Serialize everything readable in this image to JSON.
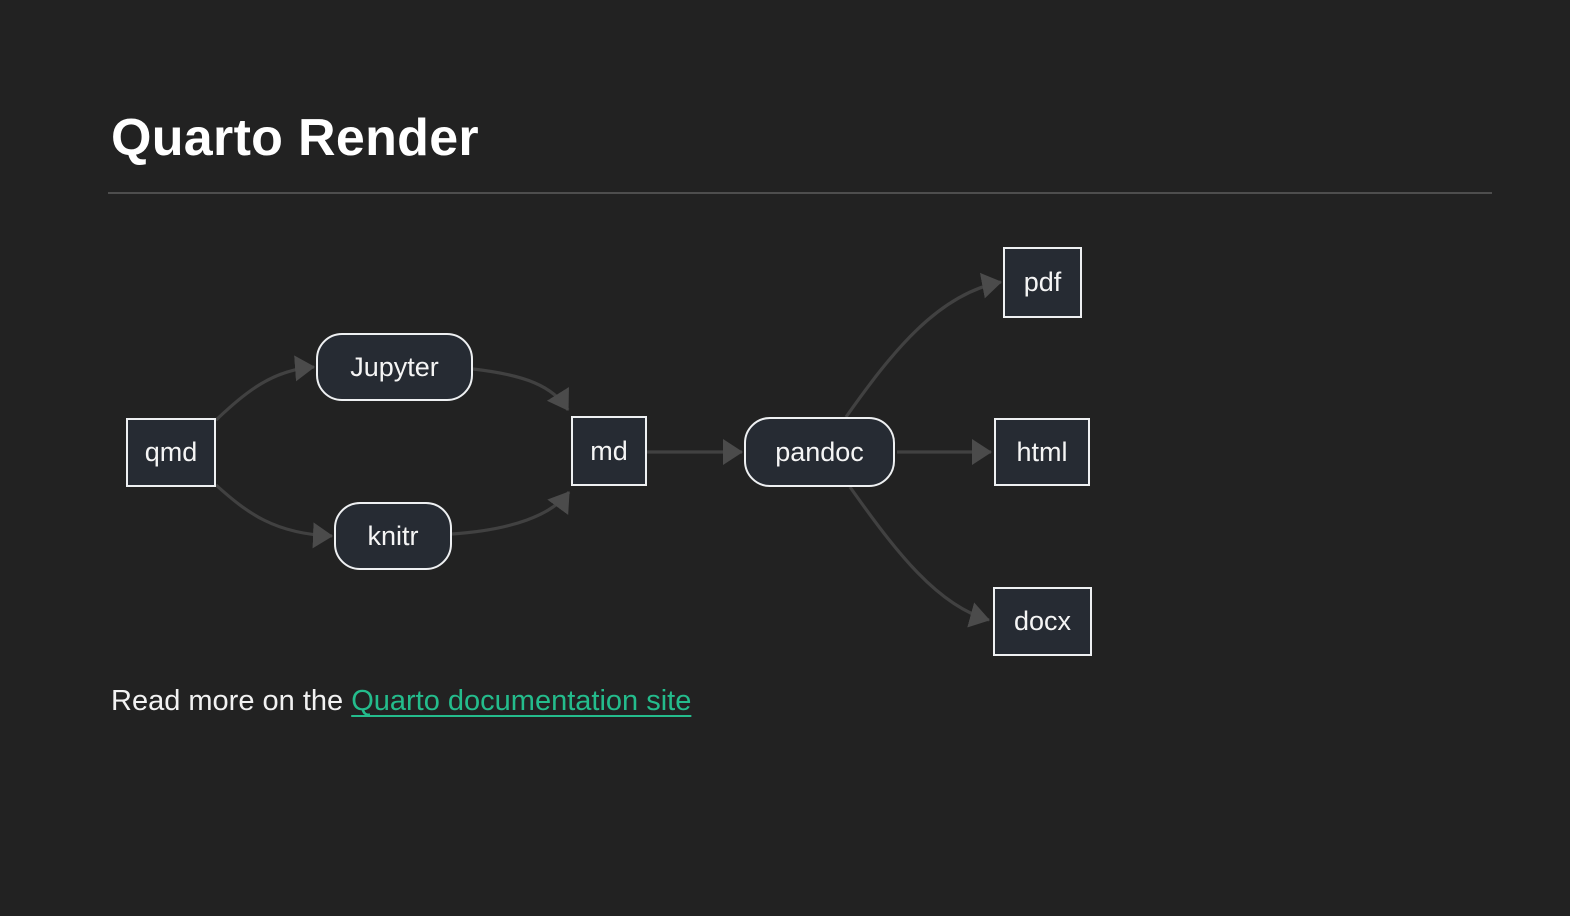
{
  "page": {
    "title": "Quarto Render"
  },
  "footer": {
    "text_before_link": "Read more on the ",
    "link_label": "Quarto documentation site"
  },
  "diagram": {
    "type": "flowchart-left-right",
    "nodes": [
      {
        "id": "qmd",
        "label": "qmd",
        "shape": "rect"
      },
      {
        "id": "jupyter",
        "label": "Jupyter",
        "shape": "stadium"
      },
      {
        "id": "knitr",
        "label": "knitr",
        "shape": "stadium"
      },
      {
        "id": "md",
        "label": "md",
        "shape": "rect"
      },
      {
        "id": "pandoc",
        "label": "pandoc",
        "shape": "stadium"
      },
      {
        "id": "pdf",
        "label": "pdf",
        "shape": "rect"
      },
      {
        "id": "html",
        "label": "html",
        "shape": "rect"
      },
      {
        "id": "docx",
        "label": "docx",
        "shape": "rect"
      }
    ],
    "edges": [
      {
        "from": "qmd",
        "to": "jupyter"
      },
      {
        "from": "qmd",
        "to": "knitr"
      },
      {
        "from": "jupyter",
        "to": "md"
      },
      {
        "from": "knitr",
        "to": "md"
      },
      {
        "from": "md",
        "to": "pandoc"
      },
      {
        "from": "pandoc",
        "to": "pdf"
      },
      {
        "from": "pandoc",
        "to": "html"
      },
      {
        "from": "pandoc",
        "to": "docx"
      }
    ]
  },
  "colors": {
    "background": "#222222",
    "node_fill": "#262b33",
    "node_border": "#eef0f2",
    "edge": "#414141",
    "arrowhead": "#4b4b4b",
    "heading_text": "#ffffff",
    "body_text": "#f2f2f2",
    "link": "#24bc8c"
  }
}
